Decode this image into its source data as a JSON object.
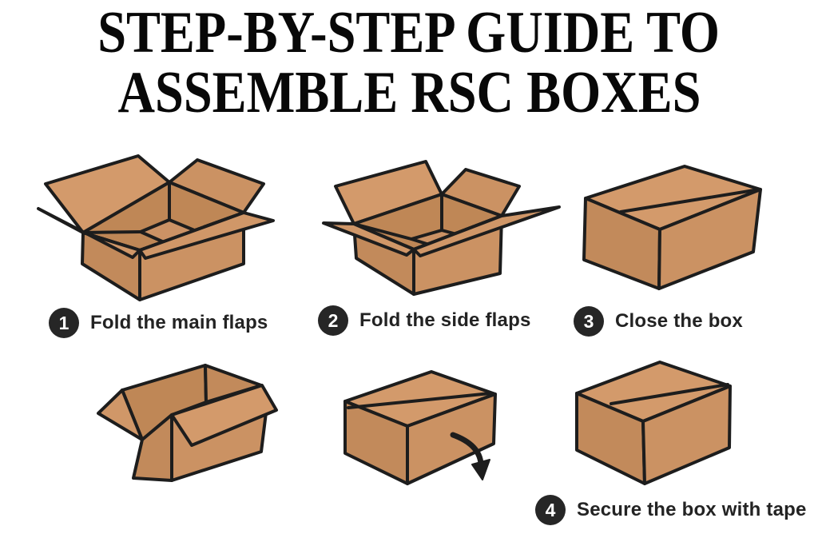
{
  "title": {
    "line1": "STEP-BY-STEP GUIDE TO",
    "line2": "ASSEMBLE RSC BOXES"
  },
  "steps": [
    {
      "number": "1",
      "label": "Fold the main flaps"
    },
    {
      "number": "2",
      "label": "Fold the side flaps"
    },
    {
      "number": "3",
      "label": "Close the box"
    },
    {
      "number": "4",
      "label": "Secure the box with tape"
    }
  ],
  "figures": [
    {
      "name": "box-all-flaps-open",
      "description": "open carton with all four flaps open"
    },
    {
      "name": "box-side-flap-folded",
      "description": "open carton with side flap folded flat"
    },
    {
      "name": "box-closed",
      "description": "closed carton with center seam"
    },
    {
      "name": "box-flaps-closing",
      "description": "carton with flaps being folded closed"
    },
    {
      "name": "box-closed-flip-arrow",
      "description": "closed carton with flip-over arrow"
    },
    {
      "name": "box-closed-taped",
      "description": "closed carton ready for tape"
    }
  ],
  "icons": {
    "flip_arrow": "curved-arrow-down-right",
    "badge_shape": "filled-circle"
  },
  "colors": {
    "outline": "#1d1d1d",
    "cardboard_top": "#d39a6b",
    "cardboard_left": "#c28a5b",
    "cardboard_right": "#cb9263",
    "cardboard_inner": "#bf8756",
    "cardboard_floor": "#cb9265",
    "cardboard_flap": "#d09768",
    "badge_bg": "#262626",
    "badge_text": "#ffffff",
    "label_text": "#232323",
    "title_text": "#080808",
    "background": "#ffffff"
  }
}
